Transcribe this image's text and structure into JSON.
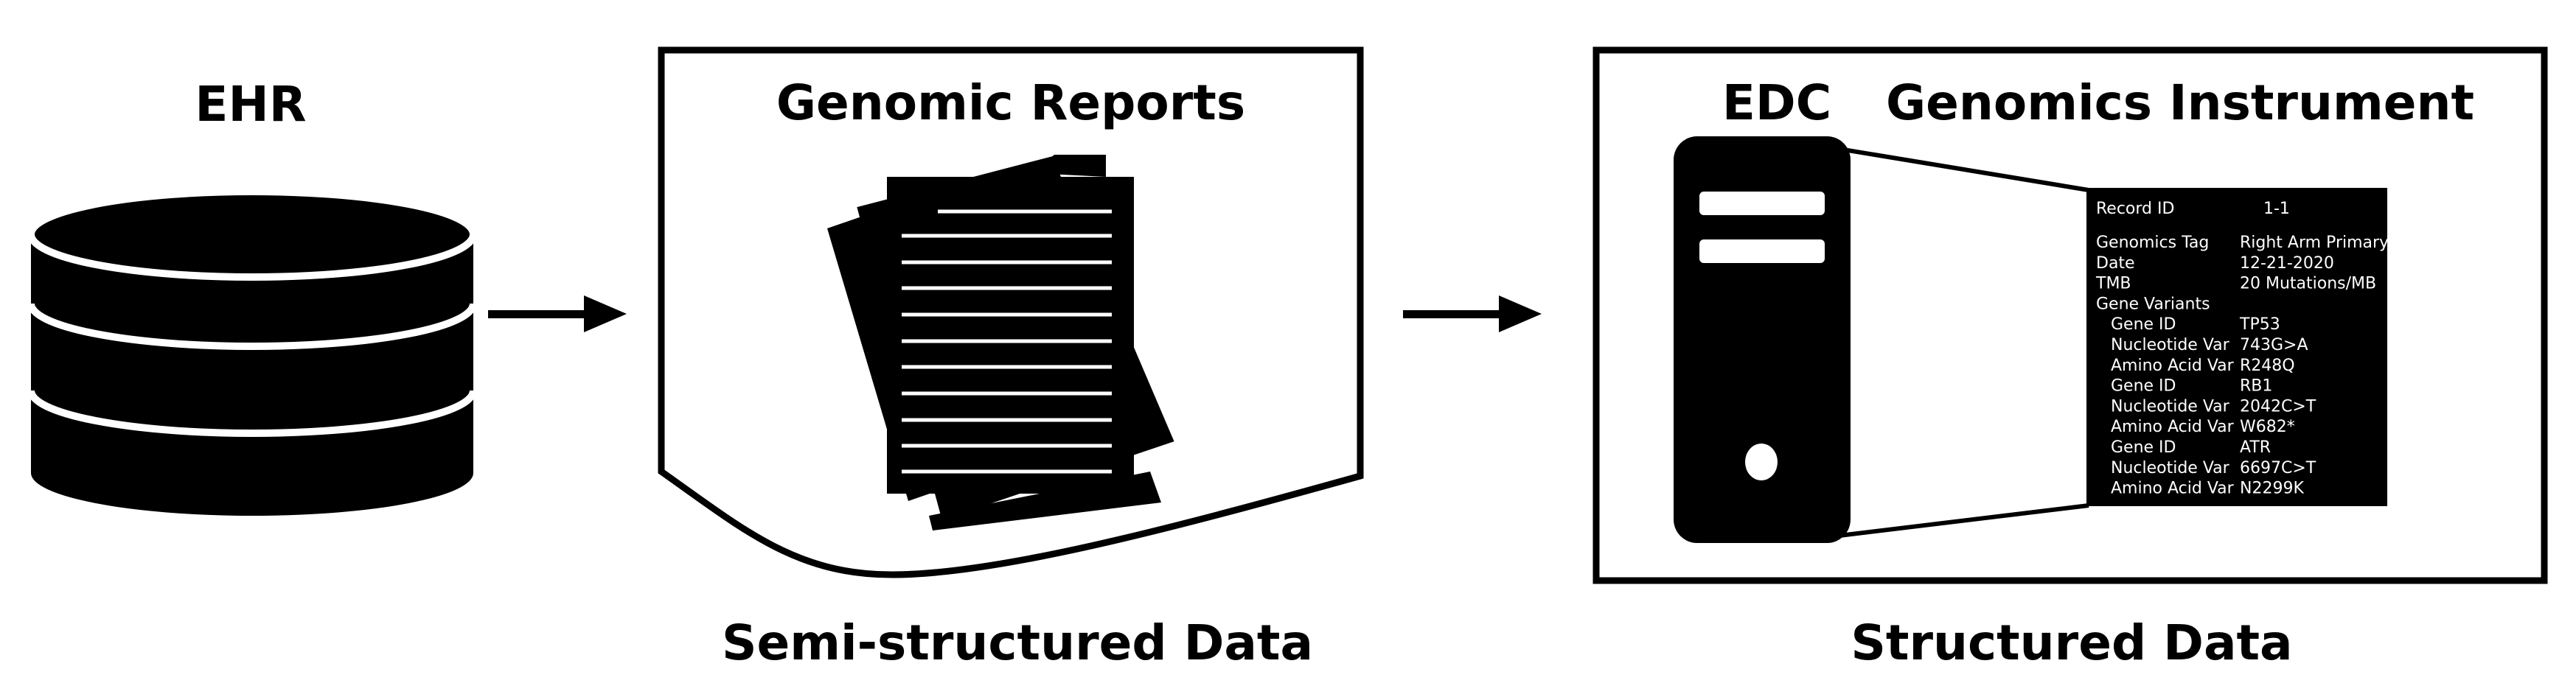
{
  "labels": {
    "ehr": "EHR",
    "genomic_reports": "Genomic Reports",
    "edc": "EDC",
    "genomics_instrument": "Genomics Instrument",
    "semi_structured": "Semi-structured Data",
    "structured": "Structured Data"
  },
  "record": {
    "record_id_label": "Record ID",
    "record_id_value": "1-1",
    "rows": [
      {
        "label": "Genomics Tag",
        "value": "Right Arm Primary"
      },
      {
        "label": "Date",
        "value": "12-21-2020"
      },
      {
        "label": "TMB",
        "value": "20 Mutations/MB"
      },
      {
        "label": "Gene Variants",
        "value": ""
      },
      {
        "label": "Gene ID",
        "value": "TP53",
        "indent": true
      },
      {
        "label": "Nucleotide Var",
        "value": "743G>A",
        "indent": true
      },
      {
        "label": "Amino Acid Var",
        "value": "R248Q",
        "indent": true
      },
      {
        "label": "Gene ID",
        "value": "RB1",
        "indent": true
      },
      {
        "label": "Nucleotide Var",
        "value": "2042C>T",
        "indent": true
      },
      {
        "label": "Amino Acid Var",
        "value": "W682*",
        "indent": true
      },
      {
        "label": "Gene ID",
        "value": "ATR",
        "indent": true
      },
      {
        "label": "Nucleotide Var",
        "value": "6697C>T",
        "indent": true
      },
      {
        "label": "Amino Acid Var",
        "value": "N2299K",
        "indent": true
      }
    ]
  }
}
